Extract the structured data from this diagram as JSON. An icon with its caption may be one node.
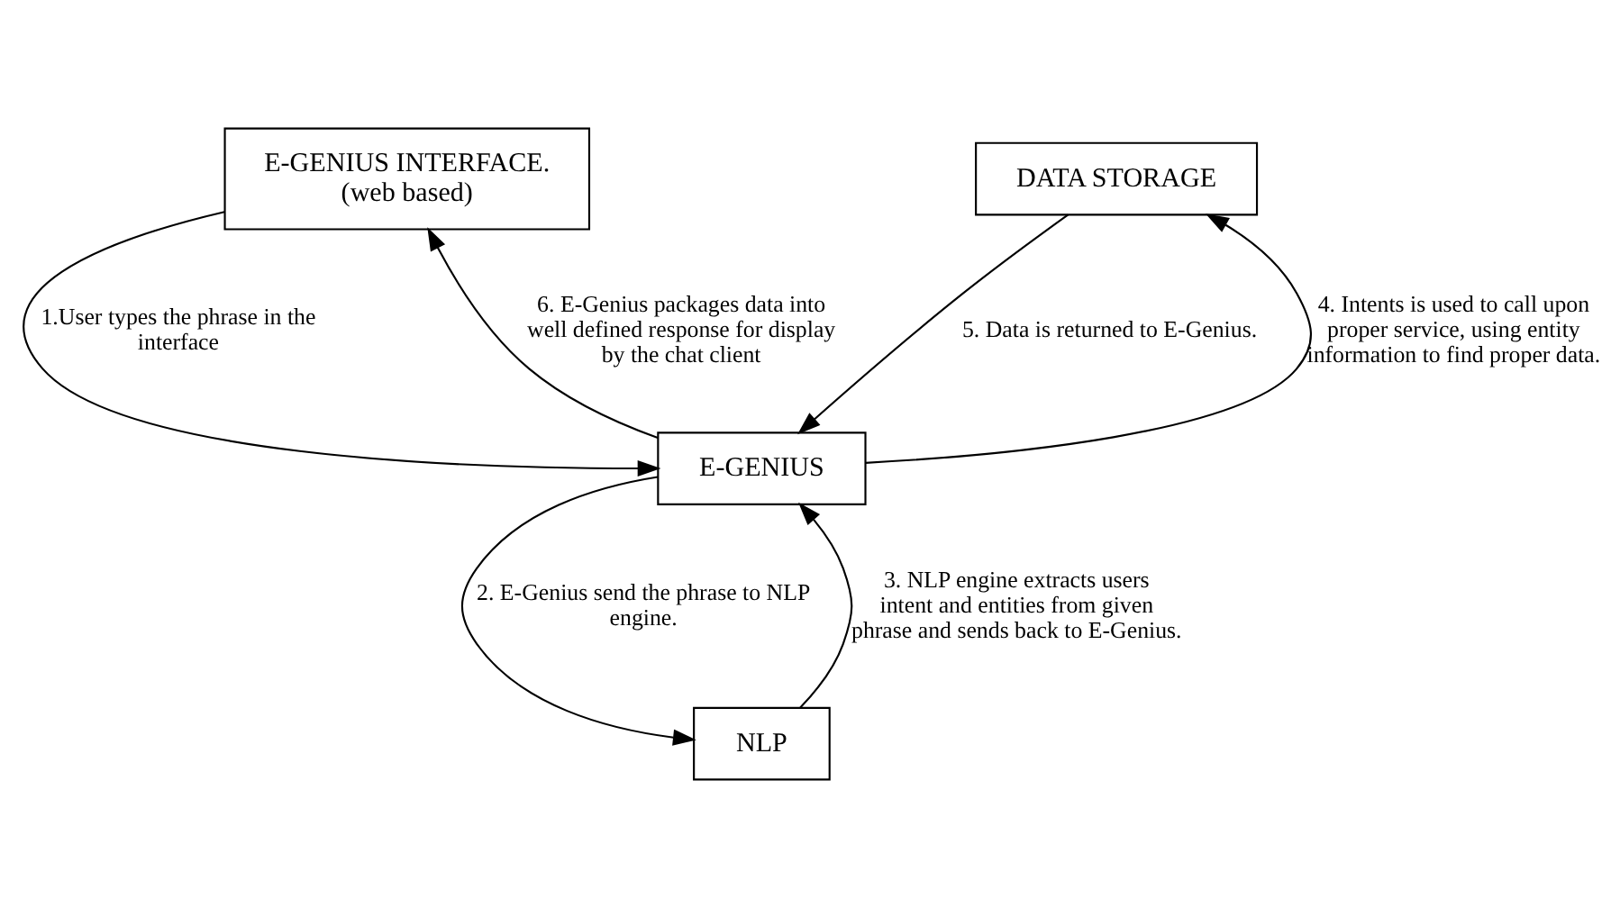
{
  "diagram": {
    "nodes": [
      {
        "text": [
          "E-GENIUS INTERFACE.",
          "(web based)"
        ]
      },
      {
        "text": [
          "DATA STORAGE"
        ]
      },
      {
        "text": [
          "E-GENIUS"
        ]
      },
      {
        "text": [
          "NLP"
        ]
      }
    ],
    "edges": [
      {
        "from": 0,
        "to": 2,
        "arrow": "to",
        "label": "1.User types the phrase in the interface"
      },
      {
        "from": 2,
        "to": 3,
        "arrow": "to",
        "label": "2. E-Genius send the phrase to NLP engine."
      },
      {
        "from": 3,
        "to": 2,
        "arrow": "to",
        "label": "3. NLP engine extracts users intent and entities from given phrase and sends back to E-Genius."
      },
      {
        "from": 2,
        "to": 1,
        "arrow": "to",
        "label": "4. Intents is used to call upon proper service, using entity information to find proper data."
      },
      {
        "from": 1,
        "to": 2,
        "arrow": "to",
        "label": "5. Data is returned to E-Genius."
      },
      {
        "from": 2,
        "to": 0,
        "arrow": "to",
        "label": "6. E-Genius packages data into well defined response for display by the chat client"
      }
    ]
  }
}
